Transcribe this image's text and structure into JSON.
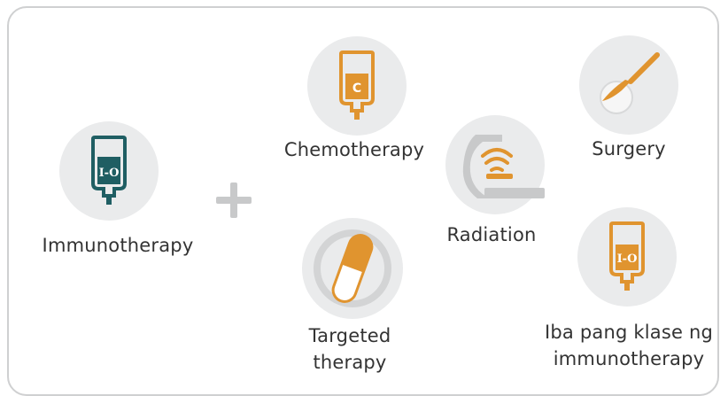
{
  "labels": {
    "immunotherapy": "Immunotherapy",
    "chemotherapy": "Chemotherapy",
    "targeted_line1": "Targeted",
    "targeted_line2": "therapy",
    "radiation": "Radiation",
    "surgery": "Surgery",
    "other_io_line1": "Iba pang klase ng",
    "other_io_line2": "immunotherapy"
  },
  "icon_text": {
    "io": "I-O",
    "chemo": "C",
    "other_io": "I-O"
  },
  "icons": {
    "immunotherapy": "iv-bag-icon",
    "chemotherapy": "iv-bag-icon",
    "targeted": "capsule-icon",
    "radiation": "radiation-machine-icon",
    "surgery": "scalpel-icon",
    "other_io": "iv-bag-icon",
    "combine": "plus-icon"
  },
  "colors": {
    "teal": "#1f5e63",
    "orange": "#e0942f",
    "circle_bg": "#eaebec",
    "plus": "#c8c9ca",
    "border": "#cfd0d1"
  }
}
